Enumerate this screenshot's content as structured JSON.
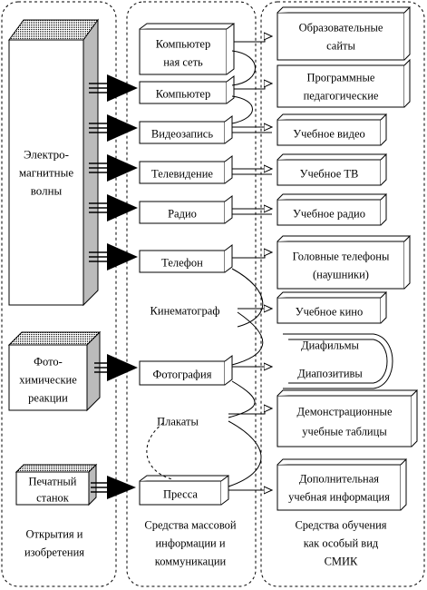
{
  "discoveries": [
    {
      "id": "em",
      "label": "Электро-\nмагнитные\nволны"
    },
    {
      "id": "photo",
      "label": "Фото-\nхимические\nреакции"
    },
    {
      "id": "press",
      "label": "Печатный\nстанок"
    }
  ],
  "media": [
    {
      "id": "net",
      "label": "Компьютер\nная сеть"
    },
    {
      "id": "comp",
      "label": "Компьютер"
    },
    {
      "id": "video",
      "label": "Видеозапись"
    },
    {
      "id": "tv",
      "label": "Телевидение"
    },
    {
      "id": "radio",
      "label": "Радио"
    },
    {
      "id": "phone",
      "label": "Телефон"
    },
    {
      "id": "cinema",
      "label": "Кинематограф"
    },
    {
      "id": "photography",
      "label": "Фотография"
    },
    {
      "id": "posters",
      "label": "Плакаты"
    },
    {
      "id": "pressa",
      "label": "Пресса"
    }
  ],
  "tools": [
    {
      "id": "sites",
      "label": "Образовательные\nсайты"
    },
    {
      "id": "programs",
      "label": "Программные\nпедагогические"
    },
    {
      "id": "edvideo",
      "label": "Учебное видео"
    },
    {
      "id": "edtv",
      "label": "Учебное ТВ"
    },
    {
      "id": "edradio",
      "label": "Учебное радио"
    },
    {
      "id": "headphones",
      "label": "Головные телефоны\n(наушники)"
    },
    {
      "id": "edcinema",
      "label": "Учебное кино"
    },
    {
      "id": "filmstrips",
      "label": "Диафильмы"
    },
    {
      "id": "slides",
      "label": "Диапозитивы"
    },
    {
      "id": "tables",
      "label": "Демонстрационные\nучебные таблицы"
    },
    {
      "id": "extra",
      "label": "Дополнительная\nучебная информация"
    }
  ],
  "captions": {
    "col1": "Открытия и\nизобретения",
    "col2": "Средства массовой\nинформации и\nкоммуникации",
    "col3": "Средства обучения\nкак особый вид\nСМИК"
  }
}
